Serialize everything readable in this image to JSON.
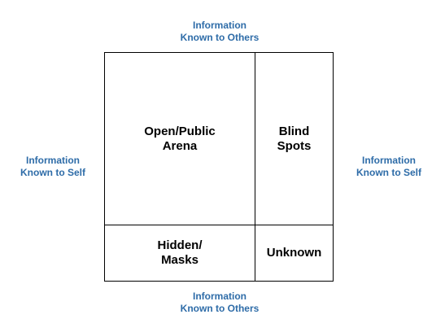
{
  "axes": {
    "top": {
      "line1": "Information",
      "line2": "Known to Others"
    },
    "bottom": {
      "line1": "Information",
      "line2": "Known to Others"
    },
    "left": {
      "line1": "Information",
      "line2": "Known to Self"
    },
    "right": {
      "line1": "Information",
      "line2": "Known to Self"
    }
  },
  "quadrants": {
    "open": {
      "line1": "Open/Public",
      "line2": "Arena"
    },
    "blind": {
      "line1": "Blind",
      "line2": "Spots"
    },
    "hidden": {
      "line1": "Hidden/",
      "line2": "Masks"
    },
    "unknown": {
      "line1": "Unknown"
    }
  },
  "colors": {
    "axis_label": "#2e6ca8",
    "quadrant_text": "#000000",
    "border": "#000000"
  }
}
